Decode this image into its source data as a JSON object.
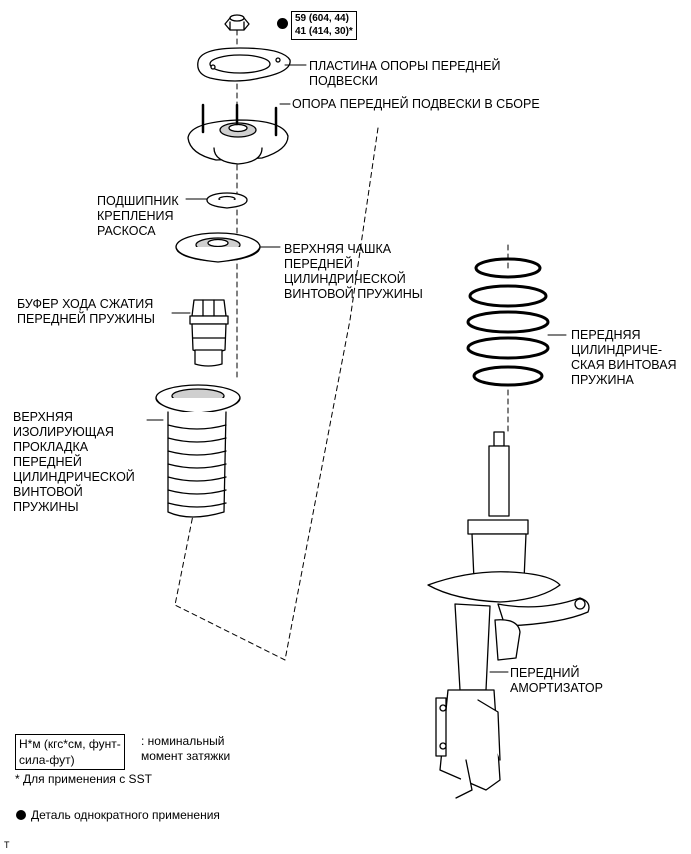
{
  "torque": {
    "line1": "59 (604, 44)",
    "line2": "41 (414, 30)*"
  },
  "labels": {
    "mount_plate": [
      "ПЛАСТИНА ОПОРЫ ПЕРЕДНЕЙ",
      "ПОДВЕСКИ"
    ],
    "mount_assembly": [
      "ОПОРА ПЕРЕДНЕЙ ПОДВЕСКИ В СБОРЕ"
    ],
    "bearing": [
      "ПОДШИПНИК",
      "КРЕПЛЕНИЯ",
      "РАСКОСА"
    ],
    "upper_seat": [
      "ВЕРХНЯЯ ЧАШКА",
      "ПЕРЕДНЕЙ",
      "ЦИЛИНДРИЧЕСКОЙ",
      "ВИНТОВОЙ ПРУЖИНЫ"
    ],
    "bump_stopper": [
      "БУФЕР ХОДА СЖАТИЯ",
      "ПЕРЕДНЕЙ ПРУЖИНЫ"
    ],
    "insulator": [
      "ВЕРХНЯЯ",
      "ИЗОЛИРУЮЩАЯ",
      "ПРОКЛАДКА",
      "ПЕРЕДНЕЙ",
      "ЦИЛИНДРИЧЕСКОЙ",
      "ВИНТОВОЙ",
      "ПРУЖИНЫ"
    ],
    "coil_spring": [
      "ПЕРЕДНЯЯ",
      "ЦИЛИНДРИЧЕ-",
      "СКАЯ ВИНТОВАЯ",
      "ПРУЖИНА"
    ],
    "shock_absorber": [
      "ПЕРЕДНИЙ",
      "АМОРТИЗАТОР"
    ]
  },
  "legend": {
    "unit_box": [
      "Н*м (кгс*см, фунт-",
      "сила-фут)"
    ],
    "unit_desc": [
      ": номинальный",
      "момент затяжки"
    ],
    "sst_note": "* Для применения с SST",
    "one_time": "Деталь однократного применения",
    "corner_mark": "T"
  },
  "colors": {
    "ink": "#000000",
    "part_fill": "#ffffff",
    "shade": "#cfcfcf"
  }
}
